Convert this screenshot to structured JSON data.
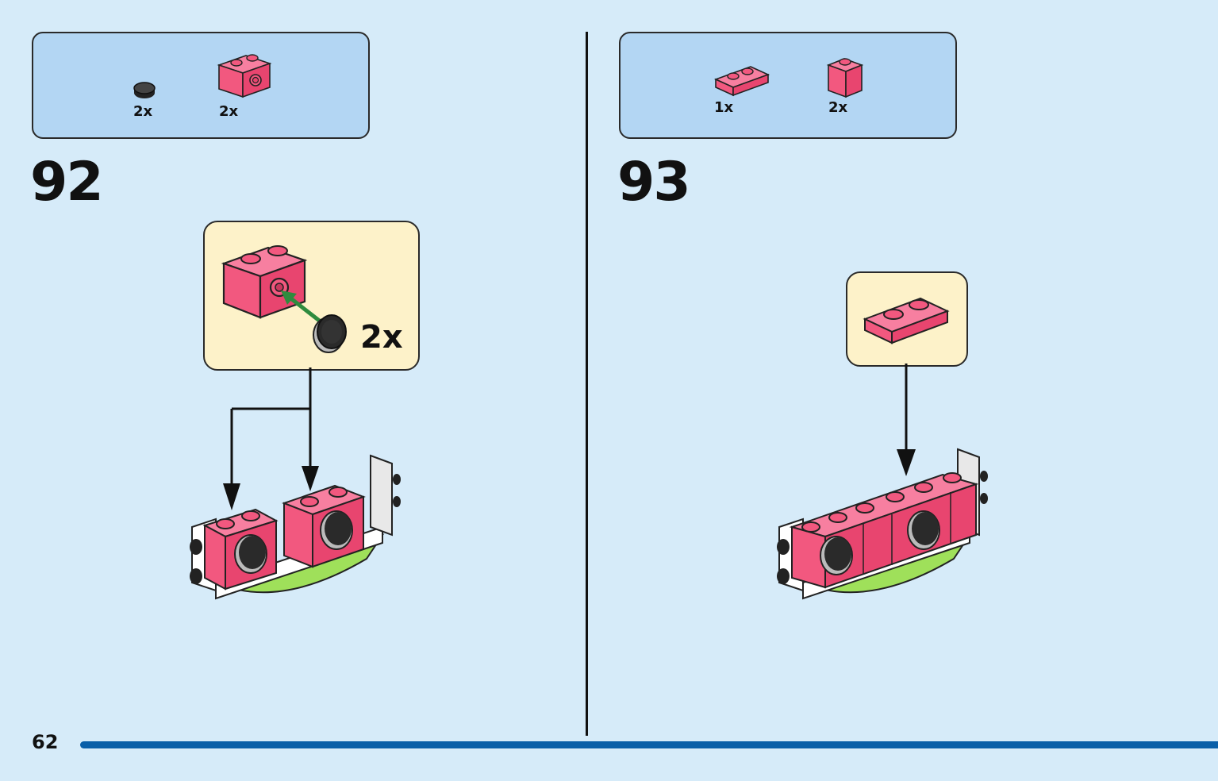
{
  "steps": [
    {
      "number": "92",
      "parts": [
        {
          "icon": "black-round-tile-icon",
          "qty": "2x"
        },
        {
          "icon": "pink-technic-brick-icon",
          "qty": "2x"
        }
      ],
      "callout_qty": "2x"
    },
    {
      "number": "93",
      "parts": [
        {
          "icon": "pink-plate-1x2-icon",
          "qty": "1x"
        },
        {
          "icon": "pink-brick-1x1-icon",
          "qty": "2x"
        }
      ]
    }
  ],
  "page_number": "62",
  "colors": {
    "background": "#d6ebf9",
    "parts_box": "#b3d6f3",
    "callout": "#fdf2c9",
    "pink": "#f2587f",
    "lime": "#9fe05a",
    "footer_bar": "#0a5fa8"
  }
}
